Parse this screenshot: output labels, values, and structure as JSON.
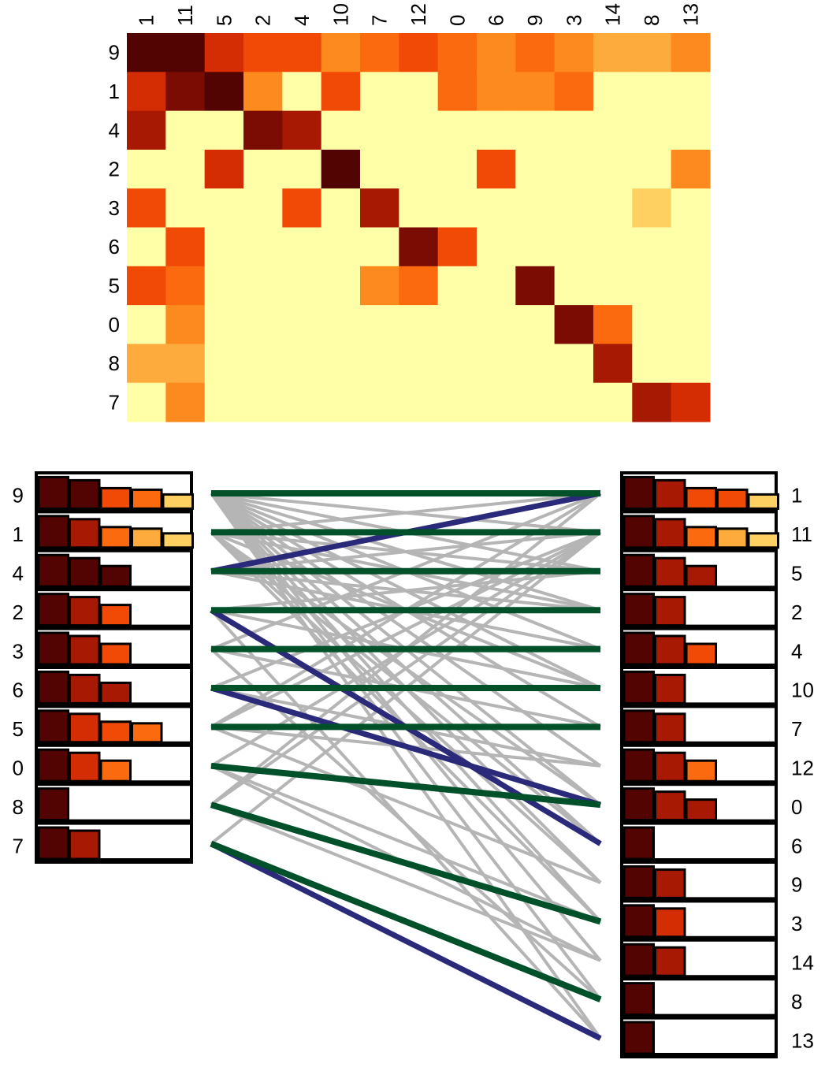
{
  "chart_data": [
    {
      "type": "heatmap",
      "title": "",
      "xlabel": "",
      "ylabel": "",
      "grid": false,
      "legend": "none",
      "columns": [
        "1",
        "11",
        "5",
        "2",
        "4",
        "10",
        "7",
        "12",
        "0",
        "6",
        "9",
        "3",
        "14",
        "8",
        "13"
      ],
      "rows": [
        "9",
        "1",
        "4",
        "2",
        "3",
        "6",
        "5",
        "0",
        "8",
        "7"
      ],
      "value_scale": "0 = lightest (pale yellow), 9 = darkest (dark brown)",
      "values": [
        [
          9,
          9,
          6,
          5,
          5,
          3,
          4,
          5,
          4,
          3,
          4,
          3,
          2,
          2,
          3
        ],
        [
          6,
          8,
          9,
          3,
          0,
          5,
          0,
          0,
          4,
          3,
          3,
          4,
          0,
          0,
          0
        ],
        [
          7,
          0,
          0,
          8,
          7,
          0,
          0,
          0,
          0,
          0,
          0,
          0,
          0,
          0,
          0
        ],
        [
          0,
          0,
          6,
          0,
          0,
          9,
          0,
          0,
          0,
          5,
          0,
          0,
          0,
          0,
          3
        ],
        [
          5,
          0,
          0,
          0,
          5,
          0,
          7,
          0,
          0,
          0,
          0,
          0,
          0,
          1,
          0
        ],
        [
          0,
          5,
          0,
          0,
          0,
          0,
          0,
          8,
          5,
          0,
          0,
          0,
          0,
          0,
          0
        ],
        [
          5,
          4,
          0,
          0,
          0,
          0,
          3,
          4,
          0,
          0,
          8,
          0,
          0,
          0,
          0
        ],
        [
          0,
          3,
          0,
          0,
          0,
          0,
          0,
          0,
          0,
          0,
          0,
          8,
          4,
          0,
          0
        ],
        [
          2,
          2,
          0,
          0,
          0,
          0,
          0,
          0,
          0,
          0,
          0,
          0,
          7,
          0,
          0
        ],
        [
          0,
          3,
          0,
          0,
          0,
          0,
          0,
          0,
          0,
          0,
          0,
          0,
          0,
          7,
          6
        ]
      ]
    },
    {
      "type": "bipartite",
      "title": "",
      "left_nodes": [
        "9",
        "1",
        "4",
        "2",
        "3",
        "6",
        "5",
        "0",
        "8",
        "7"
      ],
      "right_nodes": [
        "1",
        "11",
        "5",
        "2",
        "4",
        "10",
        "7",
        "12",
        "0",
        "6",
        "9",
        "3",
        "14",
        "8",
        "13"
      ],
      "left_bars": [
        [
          9,
          9,
          5,
          4,
          1
        ],
        [
          9,
          7,
          4,
          2,
          1
        ],
        [
          9,
          9,
          9
        ],
        [
          9,
          7,
          5
        ],
        [
          9,
          7,
          5
        ],
        [
          9,
          7,
          7
        ],
        [
          9,
          6,
          5,
          4
        ],
        [
          9,
          6,
          4
        ],
        [
          9
        ],
        [
          9,
          7
        ]
      ],
      "right_bars": [
        [
          9,
          7,
          5,
          5,
          1
        ],
        [
          9,
          7,
          4,
          2,
          1
        ],
        [
          9,
          7,
          7
        ],
        [
          9,
          7
        ],
        [
          9,
          7,
          5
        ],
        [
          9,
          7
        ],
        [
          9,
          7
        ],
        [
          9,
          7,
          4
        ],
        [
          9,
          7,
          7
        ],
        [
          9
        ],
        [
          9,
          7
        ],
        [
          9,
          6
        ],
        [
          9,
          7
        ],
        [
          9
        ],
        [
          9
        ]
      ],
      "bar_slots": 5,
      "matched_edges": [
        [
          0,
          0
        ],
        [
          1,
          1
        ],
        [
          2,
          2
        ],
        [
          3,
          3
        ],
        [
          4,
          4
        ],
        [
          5,
          5
        ],
        [
          6,
          6
        ],
        [
          7,
          8
        ],
        [
          8,
          11
        ],
        [
          9,
          13
        ]
      ],
      "highlight_edges": [
        [
          2,
          0
        ],
        [
          3,
          9
        ],
        [
          5,
          8
        ],
        [
          9,
          14
        ]
      ],
      "other_edges": [
        [
          0,
          1
        ],
        [
          0,
          2
        ],
        [
          0,
          3
        ],
        [
          0,
          4
        ],
        [
          0,
          5
        ],
        [
          0,
          6
        ],
        [
          0,
          7
        ],
        [
          0,
          8
        ],
        [
          0,
          9
        ],
        [
          0,
          10
        ],
        [
          0,
          11
        ],
        [
          0,
          12
        ],
        [
          0,
          13
        ],
        [
          0,
          14
        ],
        [
          1,
          0
        ],
        [
          1,
          2
        ],
        [
          1,
          3
        ],
        [
          1,
          5
        ],
        [
          1,
          8
        ],
        [
          1,
          9
        ],
        [
          1,
          10
        ],
        [
          1,
          11
        ],
        [
          2,
          3
        ],
        [
          2,
          4
        ],
        [
          2,
          1
        ],
        [
          3,
          2
        ],
        [
          3,
          5
        ],
        [
          3,
          14
        ],
        [
          4,
          0
        ],
        [
          4,
          6
        ],
        [
          4,
          13
        ],
        [
          5,
          1
        ],
        [
          5,
          7
        ],
        [
          6,
          0
        ],
        [
          6,
          1
        ],
        [
          6,
          7
        ],
        [
          6,
          10
        ],
        [
          7,
          1
        ],
        [
          7,
          11
        ],
        [
          7,
          12
        ],
        [
          8,
          0
        ],
        [
          8,
          1
        ],
        [
          8,
          12
        ],
        [
          9,
          1
        ]
      ],
      "colors": {
        "matched": "#00502a",
        "highlight": "#2b2a7a",
        "other": "#b5b5b5",
        "box_border": "#000000"
      }
    }
  ]
}
